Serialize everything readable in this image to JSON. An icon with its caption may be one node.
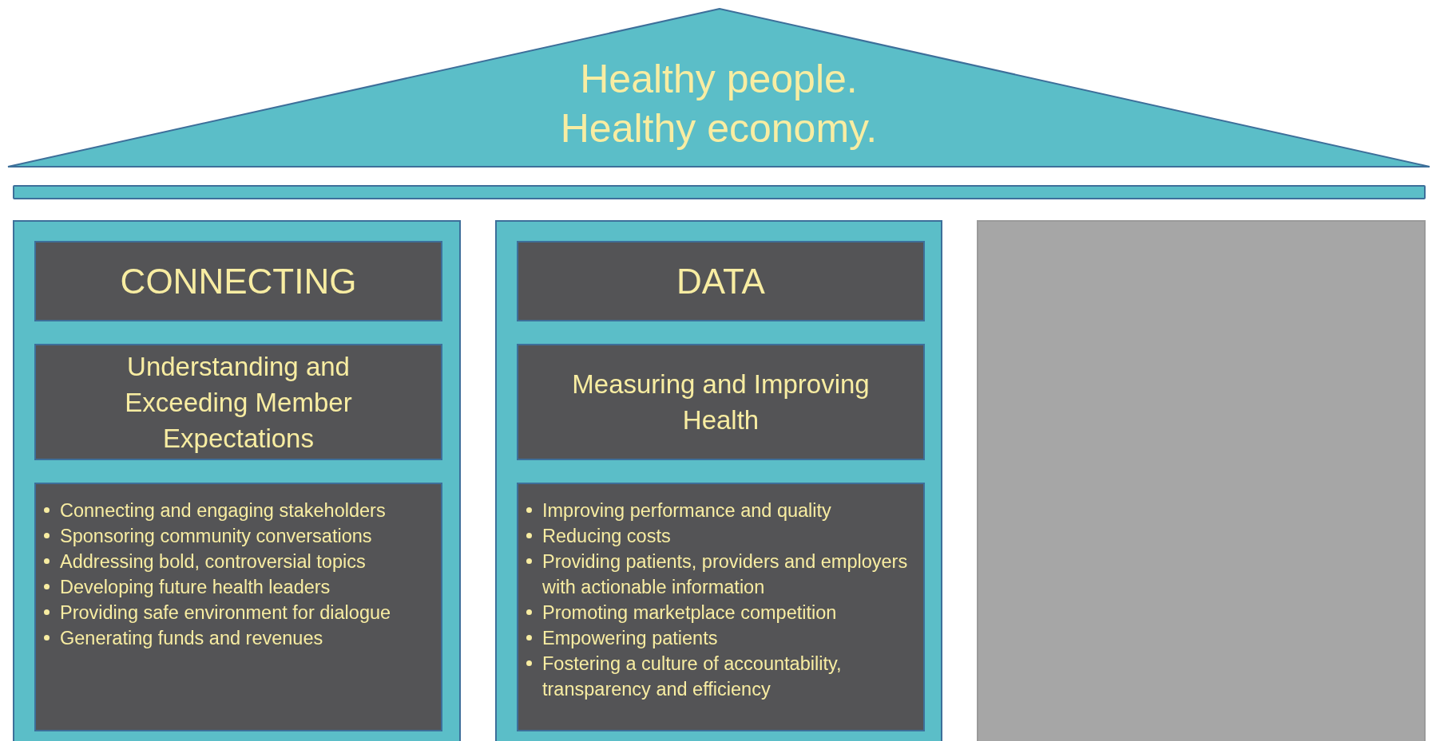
{
  "diagram": {
    "nodes": [
      {
        "text": [
          "Healthy people. Healthy economy."
        ]
      },
      {
        "text": [],
        "shape": "bar"
      },
      {
        "text": [],
        "shape": "box"
      },
      {
        "text": [
          "CONNECTING"
        ],
        "in": 2
      },
      {
        "text": [
          "Understanding and Exceeding Member Expectations"
        ],
        "in": 2
      },
      {
        "text": [
          "Connecting and engaging stakeholders",
          "Sponsoring community conversations",
          "Addressing bold, controversial topics",
          "Developing future health leaders",
          "Providing safe environment for dialogue",
          "Generating funds and revenues"
        ],
        "in": 2
      },
      {
        "text": [],
        "shape": "box"
      },
      {
        "text": [
          "DATA"
        ],
        "in": 6
      },
      {
        "text": [
          "Measuring and Improving Health"
        ],
        "in": 6
      },
      {
        "text": [
          "Improving performance and quality",
          "Reducing costs",
          "Providing patients, providers and employers with actionable information",
          "Promoting marketplace competition",
          "Empowering patients",
          "Fostering a culture of accountability, transparency and efficiency"
        ],
        "in": 6
      },
      {
        "text": [],
        "shape": "box"
      }
    ]
  }
}
